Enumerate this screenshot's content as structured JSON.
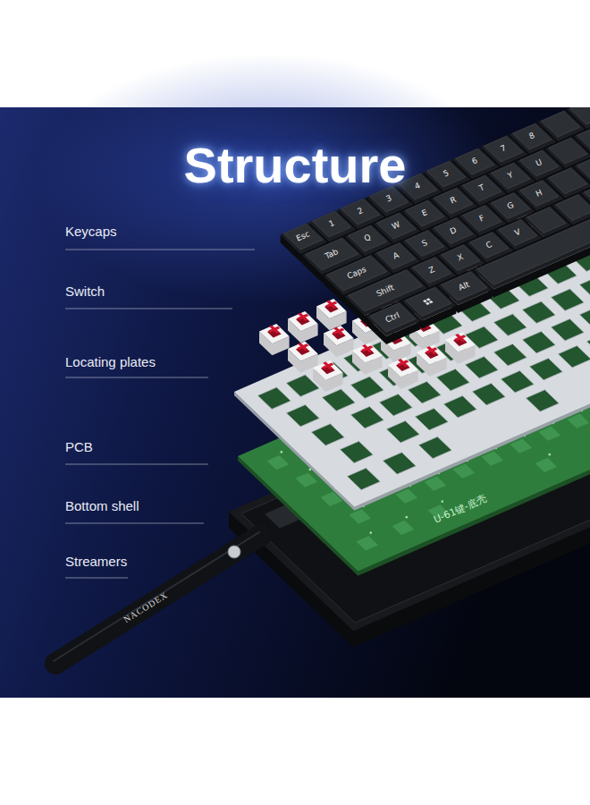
{
  "diagram": {
    "title": "Structure",
    "labels": [
      "Keycaps",
      "Switch",
      "Locating plates",
      "PCB",
      "Bottom shell",
      "Streamers",
      "Esc",
      "1",
      "2",
      "3",
      "4",
      "5",
      "6",
      "7",
      "8",
      "Tab",
      "Q",
      "W",
      "E",
      "R",
      "T",
      "Y",
      "U",
      "Caps",
      "A",
      "S",
      "D",
      "F",
      "G",
      "H",
      "Shift",
      "Z",
      "X",
      "C",
      "V",
      "Ctrl",
      "Alt",
      "U-61键-底壳",
      "NACODEX"
    ]
  }
}
